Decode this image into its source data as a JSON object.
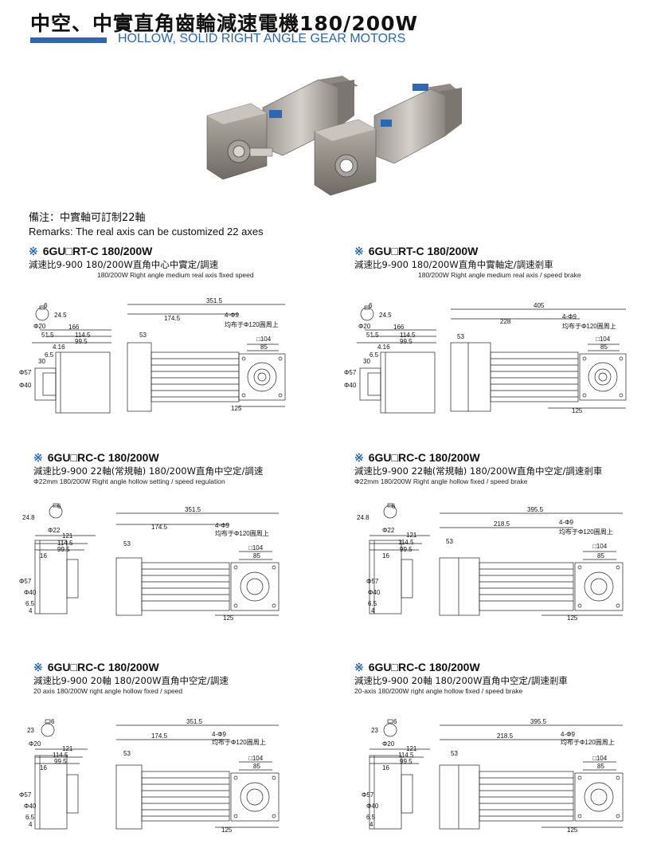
{
  "header": {
    "title_zh": "中空、中實直角齒輪減速電機180/200W",
    "title_en": "HOLLOW, SOLID RIGHT ANGLE GEAR MOTORS"
  },
  "remarks": {
    "zh": "備注：中實軸可訂制22軸",
    "en": "Remarks: The real axis can be customized 22 axes"
  },
  "sections": [
    {
      "mark": "※",
      "model": "6GU□RT-C 180/200W",
      "line1": "減速比9-900  180/200W直角中心中實定/調速",
      "line2": "180/200W Right angle medium real axis fixed speed",
      "dims": {
        "total": "351.5",
        "body": "174.5",
        "front": "53",
        "holes": "4-Φ9",
        "pcd": "均布于Φ120圓周上",
        "sq": "□104",
        "c85": "85",
        "b125": "125",
        "key": "6",
        "ax": "24.5",
        "shaft": "Φ20",
        "d166": "166",
        "d515": "51.5",
        "d1145": "114.5",
        "d995": "99.5",
        "d416": "4.16",
        "d65": "6.5",
        "d30": "30",
        "p57": "Φ57",
        "p40": "Φ40"
      }
    },
    {
      "mark": "※",
      "model": "6GU□RT-C 180/200W",
      "line1": "減速比9-900  180/200W直角中實軸定/調速剎車",
      "line2": "180/200W Right angle medium real axis / speed brake",
      "dims": {
        "total": "405",
        "body": "228",
        "front": "53",
        "holes": "4-Φ9",
        "pcd": "均布于Φ120圓周上",
        "sq": "□104",
        "c85": "85",
        "b125": "125",
        "key": "6",
        "ax": "24.5",
        "shaft": "Φ20",
        "d166": "166",
        "d515": "51.5",
        "d1145": "114.5",
        "d995": "99.5",
        "d416": "4.16",
        "d65": "6.5",
        "d30": "30",
        "p57": "Φ57",
        "p40": "Φ40"
      }
    },
    {
      "mark": "※",
      "model": "6GU□RC-C 180/200W",
      "line1": "減速比9-900  22軸(常規軸) 180/200W直角中空定/調速",
      "line2": "Φ22mm  180/200W  Right angle hollow setting / speed regulation",
      "dims": {
        "total": "351.5",
        "body": "174.5",
        "front": "53",
        "holes": "4-Φ9",
        "pcd": "均布于Φ120圓周上",
        "sq": "□104",
        "c85": "85",
        "b125": "125",
        "key": "6",
        "ax": "24.8",
        "shaft": "Φ22",
        "d121": "121",
        "d1145": "114.5",
        "d995": "99.5",
        "d16": "16",
        "p57": "Φ57",
        "p40": "Φ40",
        "d65": "6.5",
        "d4": "4"
      }
    },
    {
      "mark": "※",
      "model": "6GU□RC-C 180/200W",
      "line1": "減速比9-900  22軸(常規軸)  180/200W直角中空定/調速剎車",
      "line2": "Φ22mm  180/200W Right angle hollow fixed / speed brake",
      "dims": {
        "total": "395.5",
        "body": "218.5",
        "front": "53",
        "holes": "4-Φ9",
        "pcd": "均布于Φ120圓周上",
        "sq": "□104",
        "c85": "85",
        "b125": "125",
        "key": "6",
        "ax": "24.8",
        "shaft": "Φ22",
        "d121": "121",
        "d1145": "114.5",
        "d995": "99.5",
        "d16": "16",
        "p57": "Φ57",
        "p40": "Φ40",
        "d65": "6.5",
        "d4": "4"
      }
    },
    {
      "mark": "※",
      "model": "6GU□RC-C 180/200W",
      "line1": "減速比9-900  20軸 180/200W直角中空定/調速",
      "line2": "20 axis 180/200W right angle hollow fixed / speed",
      "dims": {
        "total": "351.5",
        "body": "174.5",
        "front": "53",
        "holes": "4-Φ9",
        "pcd": "均布于Φ120圓周上",
        "sq": "□104",
        "c85": "85",
        "b125": "125",
        "key": "6",
        "ax": "23",
        "shaft": "Φ20",
        "d121": "121",
        "d1145": "114.5",
        "d995": "99.5",
        "d16": "16",
        "p57": "Φ57",
        "p40": "Φ40",
        "d65": "6.5",
        "d4": "4"
      }
    },
    {
      "mark": "※",
      "model": "6GU□RC-C 180/200W",
      "line1": "減速比9-900  20軸 180/200W直角中空定/調速剎車",
      "line2": "20-axis 180/200W right angle hollow fixed / speed brake",
      "dims": {
        "total": "395.5",
        "body": "218.5",
        "front": "53",
        "holes": "4-Φ9",
        "pcd": "均布于Φ120圓周上",
        "sq": "□104",
        "c85": "85",
        "b125": "125",
        "key": "6",
        "ax": "23",
        "shaft": "Φ20",
        "d121": "121",
        "d1145": "114.5",
        "d995": "99.5",
        "d16": "16",
        "p57": "Φ57",
        "p40": "Φ40",
        "d65": "6.5",
        "d4": "4"
      }
    }
  ]
}
